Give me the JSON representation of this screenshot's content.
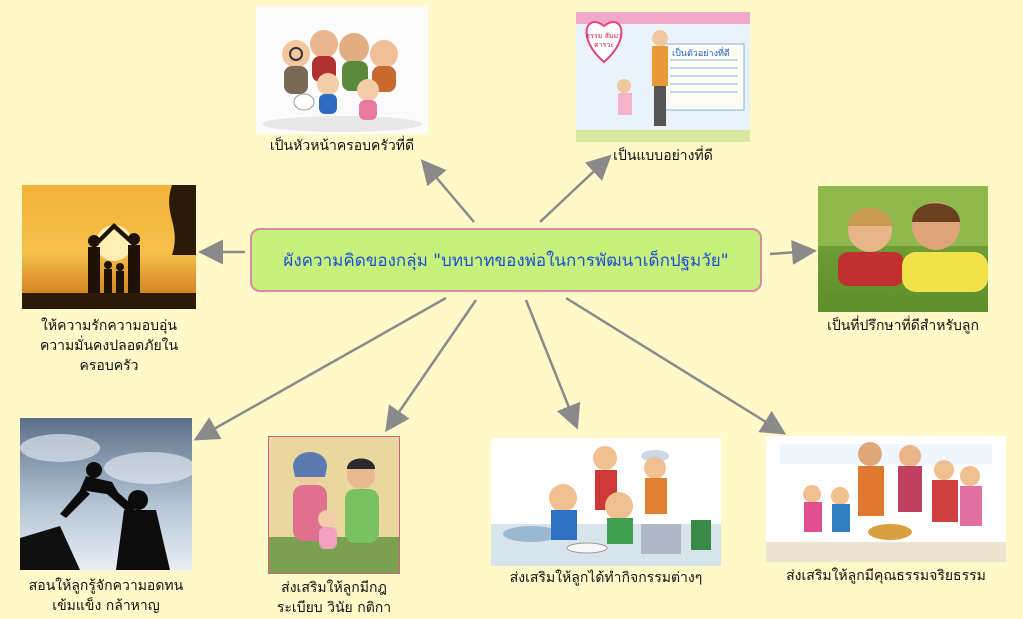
{
  "center": {
    "text": "ผังความคิดของกลุ่ม \"บทบาทของพ่อในการพัฒนาเด็กปฐมวัย\""
  },
  "nodes": {
    "head_of_family": "เป็นหัวหน้าครอบครัวที่ดี",
    "role_model": "เป็นแบบอย่างที่ดี",
    "love_line1": "ให้ความรักความอบอุ่น",
    "love_line2": "ความมั่นคงปลอดภัยใน",
    "love_line3": "ครอบครัว",
    "advisor": "เป็นที่ปรึกษาที่ดีสำหรับลูก",
    "teach_line1": "สอนให้ลูกรู้จักความอดทน",
    "teach_line2": "เข้มแข็ง  กล้าหาญ",
    "rules_line1": "ส่งเสริมให้ลูกมีกฎ",
    "rules_line2": "ระเบียบ วินัย กติกา",
    "activities": "ส่งเสริมให้ลูกได้ทำกิจกรรมต่างๆ",
    "morals": "ส่งเสริมให้ลูกมีคุณธรรมจริยธรรม"
  },
  "poster": {
    "badge": "ธรรม สัมมาคารวะ",
    "title": "เป็นตัวอย่างที่ดี"
  },
  "colors": {
    "background": "#fff9c9",
    "center_fill": "#c8f07c",
    "center_border": "#d88aa0",
    "center_text": "#1c4fd6",
    "arrow": "#8a8a8a"
  }
}
